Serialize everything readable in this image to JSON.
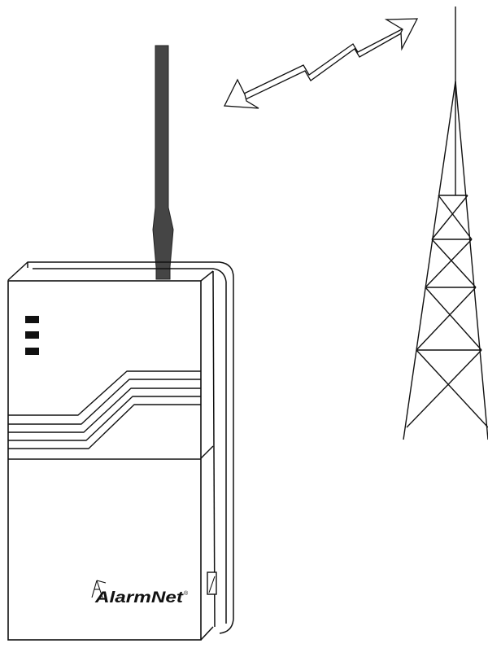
{
  "logo": {
    "brand": "AlarmNet",
    "trademark": "®"
  },
  "colors": {
    "line": "#111111",
    "antenna": "#454545",
    "background": "#ffffff",
    "indicator": "#111111"
  },
  "icons": {
    "radio_link": "zigzag-double-arrow",
    "tower": "lattice-radio-tower",
    "device": "cellular-communicator-unit"
  }
}
